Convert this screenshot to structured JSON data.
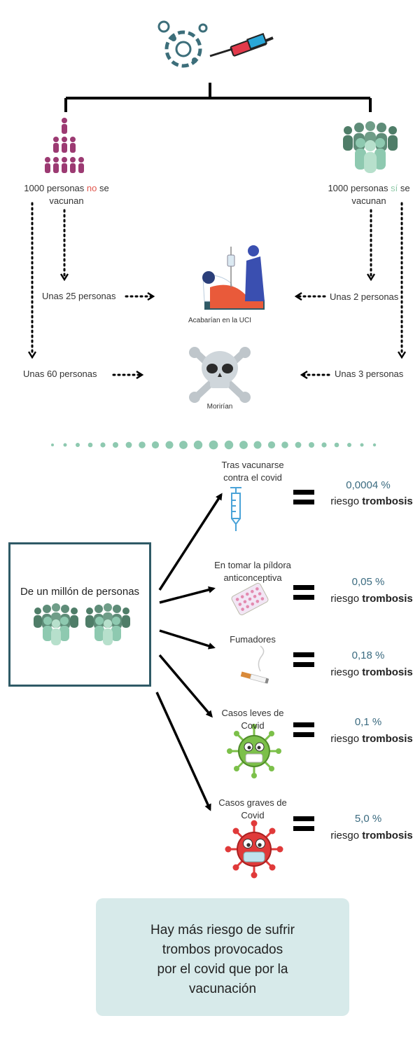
{
  "left_branch": {
    "label_prefix": "1000 personas ",
    "label_highlight": "no",
    "label_suffix": " se",
    "label_line2": "vacunan",
    "highlight_color": "#e0564d",
    "people_color": "#9c3a72",
    "uci": "Unas 25 personas",
    "deaths": "Unas 60 personas"
  },
  "right_branch": {
    "label_prefix": "1000 personas ",
    "label_highlight": "sí",
    "label_suffix": " se",
    "label_line2": "vacunan",
    "highlight_color": "#8fc9a8",
    "people_color": "#5e8c78",
    "uci": "Unas 2 personas",
    "deaths": "Unas 3 personas"
  },
  "center": {
    "uci_caption": "Acabarían en la UCI",
    "death_caption": "Morirían"
  },
  "million_box": {
    "label": "De un millón de personas"
  },
  "risks": [
    {
      "title_line1": "Tras vacunarse",
      "title_line2": "contra el covid",
      "percent": "0,0004 %",
      "icon": "syringe-icon"
    },
    {
      "title_line1": "En tomar la píldora",
      "title_line2": "anticonceptiva",
      "percent": "0,05 %",
      "icon": "pill-pack-icon"
    },
    {
      "title_line1": "Fumadores",
      "title_line2": "",
      "percent": "0,18 %",
      "icon": "cigarette-icon"
    },
    {
      "title_line1": "Casos leves de",
      "title_line2": "Covid",
      "percent": "0,1 %",
      "icon": "green-virus-icon"
    },
    {
      "title_line1": "Casos graves de",
      "title_line2": "Covid",
      "percent": "5,0 %",
      "icon": "red-virus-icon"
    }
  ],
  "risk_word": "riesgo ",
  "risk_bold": "trombosis",
  "conclusion": {
    "line1": "Hay más riesgo de sufrir",
    "line2": "trombos provocados",
    "line3": "por el covid que por la",
    "line4": "vacunación"
  },
  "colors": {
    "teal_dark": "#2f5a66",
    "teal_light": "#8ec9b0",
    "box_bg": "#d7eaea",
    "syringe_blue": "#4aa3d8",
    "virus_green": "#7cc04a",
    "virus_red": "#e03a3a"
  }
}
